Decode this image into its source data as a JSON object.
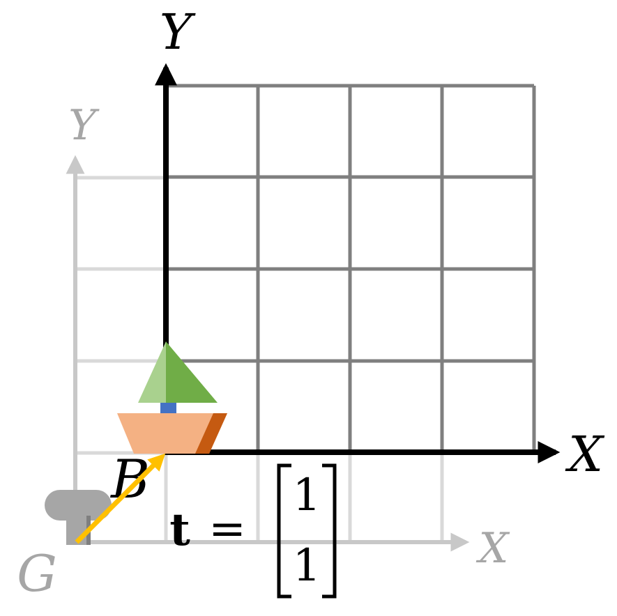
{
  "global_frame": {
    "origin_label": "G",
    "x_axis_label": "X",
    "y_axis_label": "Y"
  },
  "body_frame": {
    "origin_label": "B",
    "x_axis_label": "X",
    "y_axis_label": "Y"
  },
  "translation": {
    "symbol": "t",
    "equals": "=",
    "vector": [
      "1",
      "1"
    ]
  },
  "colors": {
    "global_axis": "#c8c8c8",
    "global_grid": "#d9d9d9",
    "global_text": "#a6a6a6",
    "body_axis": "#000000",
    "body_grid": "#7f7f7f",
    "translation_arrow": "#ffc000",
    "tree_light": "#a9d18e",
    "tree_dark": "#70ad47",
    "tree_trunk": "#4472c4",
    "pot_light": "#f4b183",
    "pot_dark": "#c55a11",
    "robot_gray": "#a6a6a6"
  }
}
